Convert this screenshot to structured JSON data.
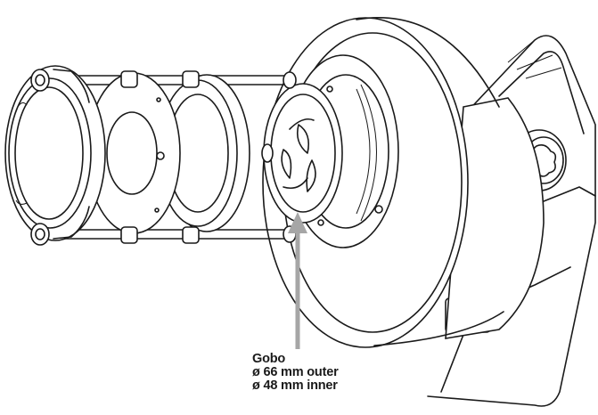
{
  "callout": {
    "label": "Gobo",
    "outer": "ø 66 mm outer",
    "inner": "ø 48 mm inner"
  },
  "colors": {
    "ink": "#1a1a1a",
    "arrow": "#a6a6a6"
  }
}
